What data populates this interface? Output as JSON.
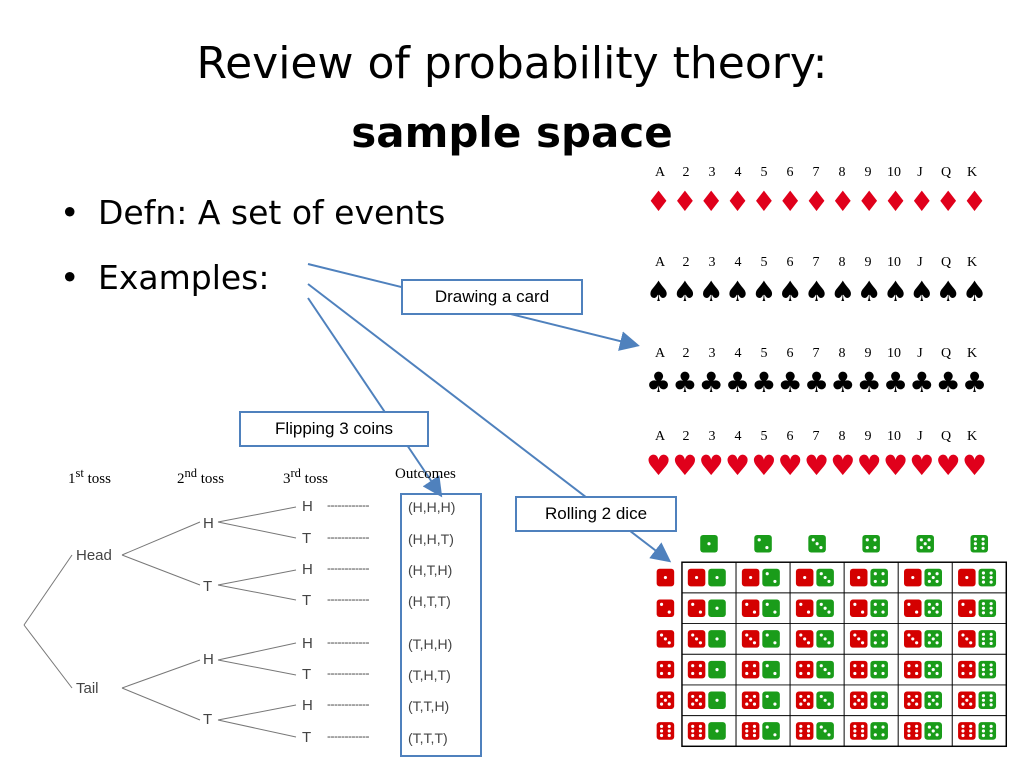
{
  "title": {
    "line1": "Review of probability theory:",
    "line2": "sample space"
  },
  "bullets": [
    {
      "bullet": "•",
      "text": "Defn: A set of events"
    },
    {
      "bullet": "•",
      "text": "Examples:"
    }
  ],
  "callouts": {
    "cards": "Drawing a card",
    "coins": "Flipping 3 coins",
    "dice": "Rolling 2 dice"
  },
  "cards": {
    "ranks": [
      "A",
      "2",
      "3",
      "4",
      "5",
      "6",
      "7",
      "8",
      "9",
      "10",
      "J",
      "Q",
      "K"
    ],
    "suits": [
      {
        "symbol": "♦",
        "color": "#e0001b"
      },
      {
        "symbol": "♠",
        "color": "#000000"
      },
      {
        "symbol": "♣",
        "color": "#000000"
      },
      {
        "symbol": "♥",
        "color": "#e0001b"
      }
    ]
  },
  "coin_tree": {
    "headers": {
      "toss1": {
        "num": "1",
        "sup": "st",
        "word": " toss"
      },
      "toss2": {
        "num": "2",
        "sup": "nd",
        "word": " toss"
      },
      "toss3": {
        "num": "3",
        "sup": "rd",
        "word": " toss"
      },
      "outcomes": "Outcomes"
    },
    "first": [
      "Head",
      "Tail"
    ],
    "letters": {
      "h": "H",
      "t": "T"
    },
    "dashes": "------------",
    "outcomes": [
      "(H,H,H)",
      "(H,H,T)",
      "(H,T,H)",
      "(H,T,T)",
      "(T,H,H)",
      "(T,H,T)",
      "(T,T,H)",
      "(T,T,T)"
    ]
  },
  "dice": {
    "red_color": "#d40000",
    "green_color": "#1a9c1a",
    "faces": [
      1,
      2,
      3,
      4,
      5,
      6
    ]
  }
}
